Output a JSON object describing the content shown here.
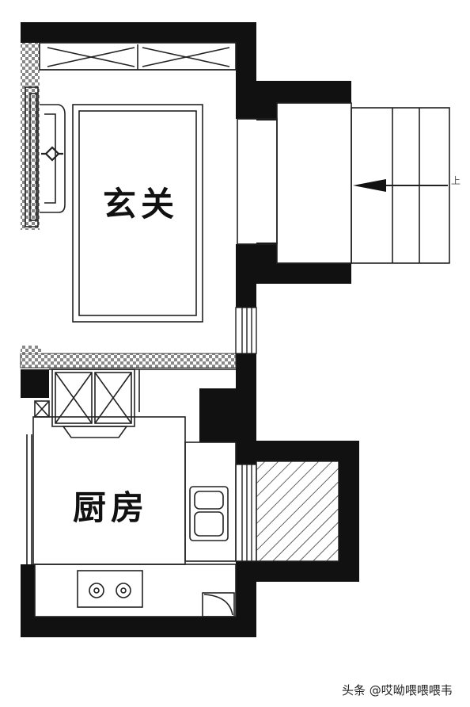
{
  "plan": {
    "rooms": {
      "entry": "玄关",
      "kitchen": "厨房"
    },
    "stair_mark": "上"
  },
  "watermark": "头条 @哎呦喂喂喂韦",
  "colors": {
    "wall": "#111111",
    "line": "#222222",
    "brick": "#777777",
    "background": "#ffffff"
  }
}
